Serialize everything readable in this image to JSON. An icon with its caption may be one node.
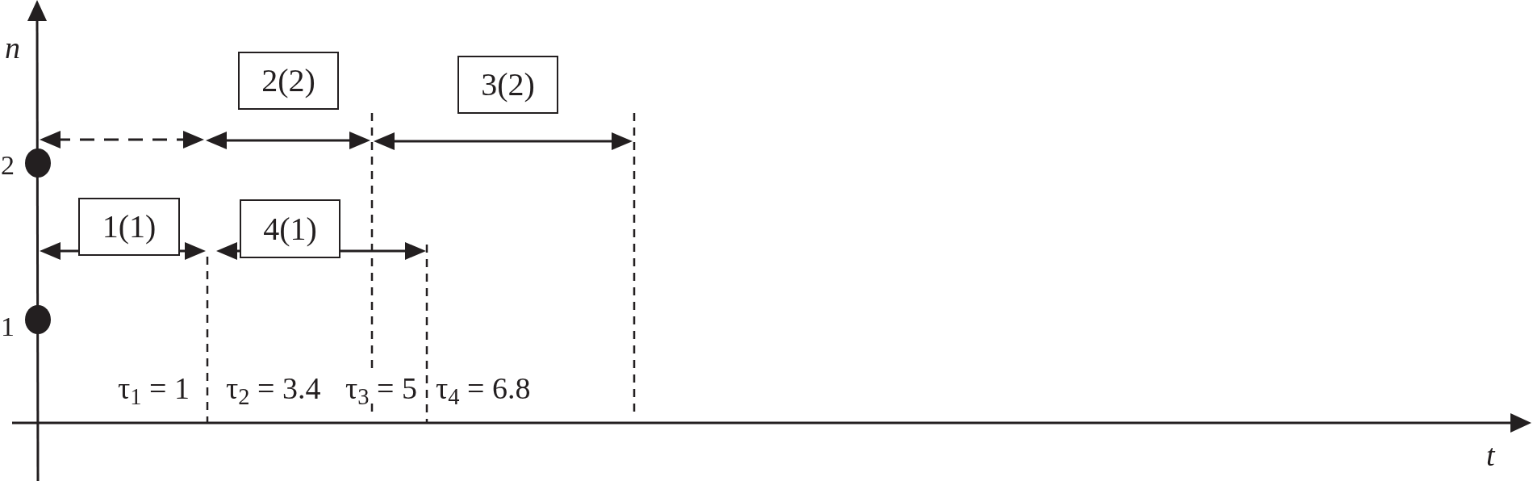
{
  "diagram": {
    "nodes": [
      {
        "text": [
          "2(2)"
        ]
      },
      {
        "text": [
          "3(2)"
        ]
      },
      {
        "text": [
          "1(1)"
        ]
      },
      {
        "text": [
          "4(1)"
        ]
      }
    ],
    "labels": [
      "n",
      "2",
      "1",
      "τ$_{1}$ = 1",
      "τ$_{2}$ = 3.4",
      "τ$_{3}$ = 5",
      "τ$_{4}$ = 6.8",
      "t"
    ]
  }
}
